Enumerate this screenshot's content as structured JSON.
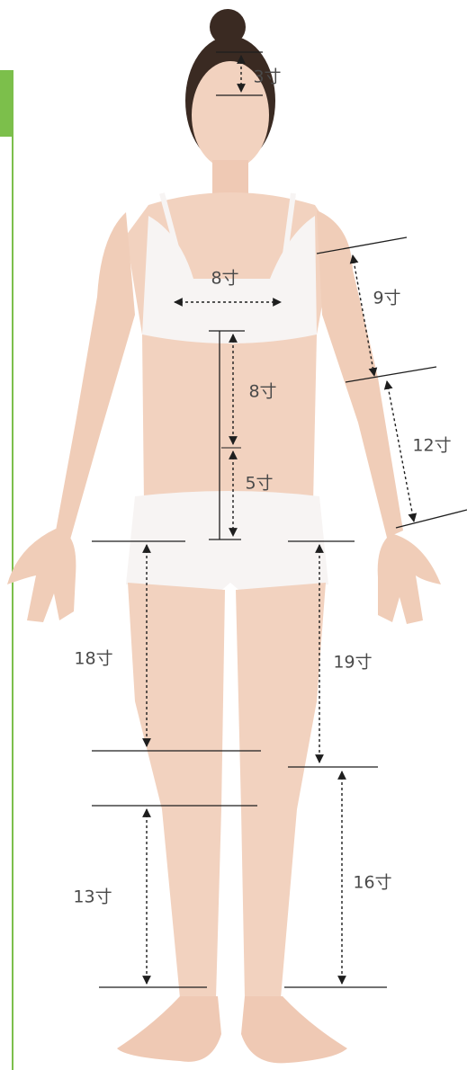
{
  "figure": {
    "skin_color": "#f2d2bf",
    "garment_color": "#f7f4f3",
    "hair_color": "#3a2a22",
    "line_color": "#1e1e1e",
    "sidebar_accent": "#7cbf4b"
  },
  "measurements": {
    "head": "3寸",
    "chest": "8寸",
    "upper_arm": "9寸",
    "upper_abdomen": "8寸",
    "forearm": "12寸",
    "lower_abdomen": "5寸",
    "inner_thigh": "18寸",
    "outer_thigh": "19寸",
    "inner_shin": "13寸",
    "outer_shin": "16寸"
  }
}
